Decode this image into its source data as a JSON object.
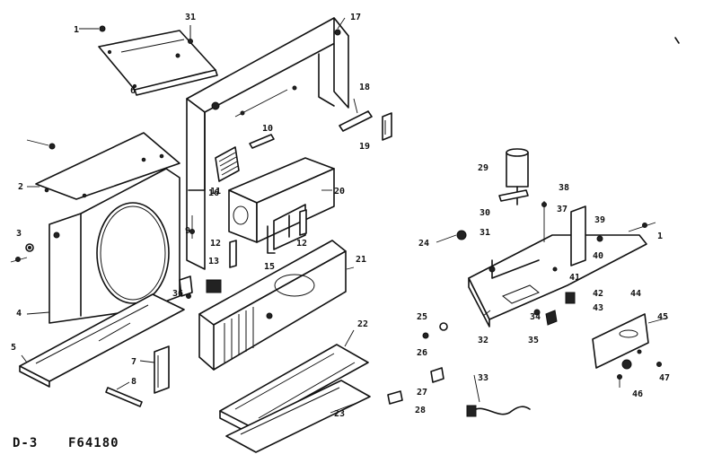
{
  "diagram": {
    "footer_code": "D-3",
    "footer_id": "F64180",
    "callouts": [
      "1",
      "31",
      "17",
      "6",
      "2",
      "18",
      "3",
      "10",
      "19",
      "11",
      "20",
      "12",
      "13",
      "15",
      "21",
      "4",
      "5",
      "7",
      "8",
      "22",
      "23",
      "29",
      "30",
      "38",
      "37",
      "39",
      "24",
      "40",
      "41",
      "42",
      "43",
      "44",
      "25",
      "34",
      "45",
      "26",
      "32",
      "35",
      "46",
      "27",
      "47",
      "28",
      "33",
      "16",
      "36",
      "9"
    ]
  }
}
